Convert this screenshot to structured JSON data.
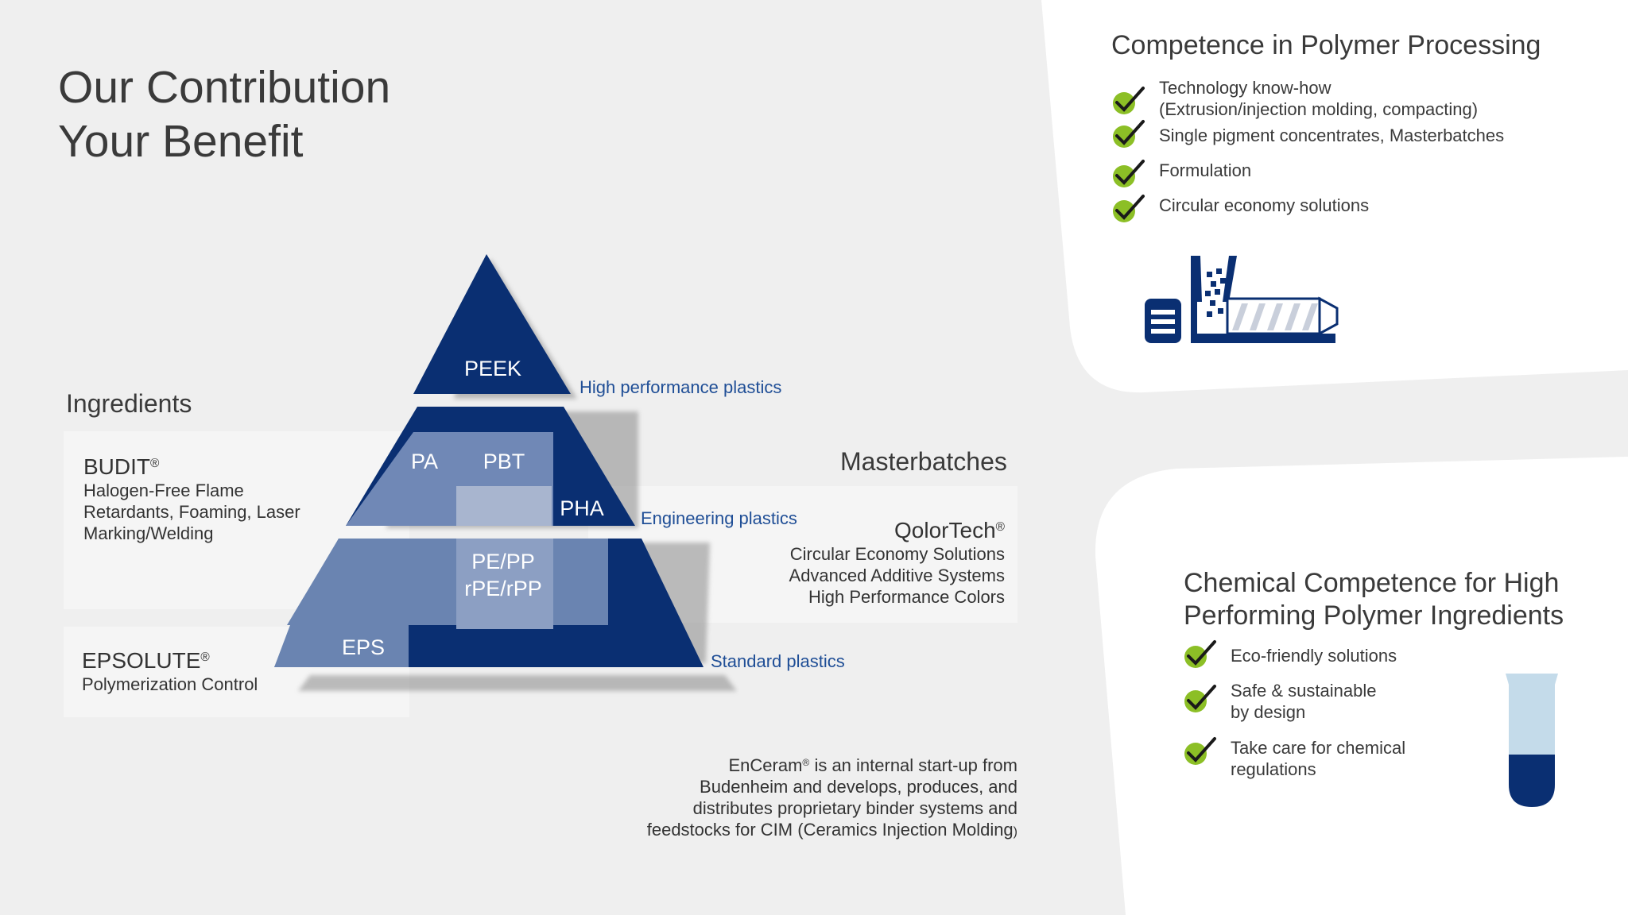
{
  "title": {
    "line1": "Our Contribution",
    "line2": "Your Benefit"
  },
  "ingredients": {
    "heading": "Ingredients",
    "budit": {
      "name": "BUDIT",
      "reg": "®",
      "desc1": "Halogen-Free Flame",
      "desc2": "Retardants, Foaming, Laser",
      "desc3": "Marking/Welding"
    },
    "epsolute": {
      "name": "EPSOLUTE",
      "reg": "®",
      "desc": "Polymerization Control"
    }
  },
  "masterbatches": {
    "heading": "Masterbatches",
    "qolortech": {
      "name": "QolorTech",
      "reg": "®",
      "desc1": "Circular Economy Solutions",
      "desc2": "Advanced Additive Systems",
      "desc3": "High Performance Colors"
    }
  },
  "pyramid": {
    "peek": "PEEK",
    "pa": "PA",
    "pbt": "PBT",
    "pha": "PHA",
    "pepp1": "PE/PP",
    "pepp2": "rPE/rPP",
    "eps": "EPS",
    "tier_high": "High performance plastics",
    "tier_eng": "Engineering plastics",
    "tier_std": "Standard plastics"
  },
  "enceram": {
    "name": "EnCeram",
    "reg": "®",
    "line1": " is an internal start-up from",
    "line2": "Budenheim and develops, produces, and",
    "line3": "distributes proprietary binder systems and",
    "line4": "feedstocks for CIM (Ceramics Injection Molding",
    "line4_end": ")"
  },
  "polymer_processing": {
    "title": "Competence in Polymer Processing",
    "items": [
      {
        "line1": "Technology know-how",
        "line2": "(Extrusion/injection molding, compacting)"
      },
      {
        "line1": "Single pigment concentrates, Masterbatches"
      },
      {
        "line1": "Formulation"
      },
      {
        "line1": "Circular economy solutions"
      }
    ],
    "icon": "extruder-icon"
  },
  "chemical_competence": {
    "title_line1": "Chemical Competence for High",
    "title_line2": "Performing Polymer Ingredients",
    "items": [
      {
        "line1": "Eco-friendly solutions"
      },
      {
        "line1": "Safe & sustainable",
        "line2": "by design"
      },
      {
        "line1": "Take care for chemical",
        "line2": "regulations"
      }
    ],
    "icon": "test-tube-icon"
  },
  "colors": {
    "navy": "#0a2f72",
    "mid_blue": "#3e5f96",
    "light_blue": "#6a84b1",
    "check_green": "#8cbf26",
    "tier_text": "#1f4e96"
  }
}
